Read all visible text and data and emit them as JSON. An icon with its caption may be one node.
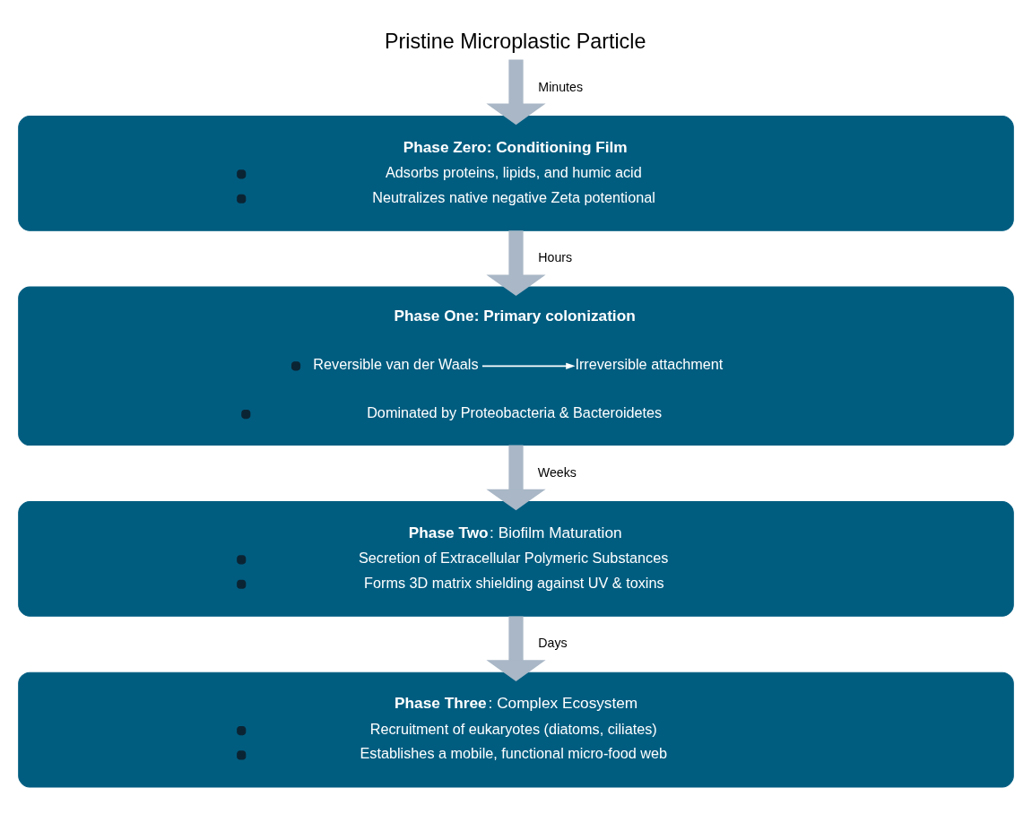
{
  "diagram": {
    "nodes": [
      {
        "text": [
          "Pristine Microplastic Particle"
        ]
      },
      {
        "text": [
          "Phase Zero: Conditioning Film",
          "Adsorbs proteins, lipids, and humic acid",
          "Neutralizes native negative Zeta potentional"
        ]
      },
      {
        "text": [
          "Phase One: Primary colonization",
          "Dominated by Proteobacteria & Bacteroidetes"
        ]
      },
      {
        "text": [
          "Reversible van der Waals"
        ],
        "in": 2
      },
      {
        "text": [
          "Irreversible attachment"
        ],
        "in": 2
      },
      {
        "text": [
          "**Phase Two**: Biofilm Maturation",
          "Secretion of Extracellular Polymeric Substances",
          "Forms 3D matrix shielding against UV & toxins"
        ]
      },
      {
        "text": [
          "**Phase Three**: Complex Ecosystem",
          "Recruitment of eukaryotes (diatoms, ciliates)",
          "Establishes a mobile, functional micro-food web"
        ]
      }
    ],
    "edges": [
      {
        "from": 0,
        "to": 1,
        "arrow": "to",
        "label": "Minutes"
      },
      {
        "from": 1,
        "to": 2,
        "arrow": "to",
        "label": "Hours"
      },
      {
        "from": 3,
        "to": 4,
        "arrow": "to",
        "color": "#ffffff"
      },
      {
        "from": 2,
        "to": 5,
        "arrow": "to",
        "label": "Weeks"
      },
      {
        "from": 5,
        "to": 6,
        "arrow": "to",
        "label": "Days"
      }
    ]
  }
}
